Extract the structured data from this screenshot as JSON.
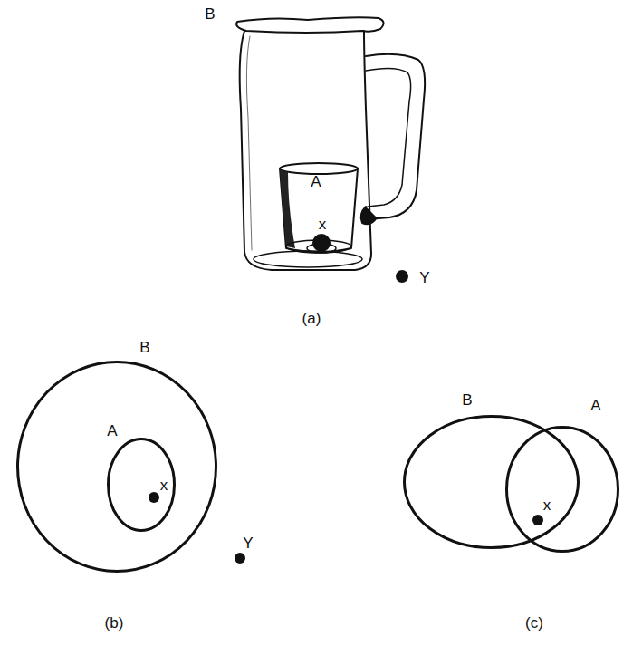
{
  "diagram": {
    "nodes": [
      {
        "text": [
          "B"
        ]
      },
      {
        "text": [
          "A"
        ],
        "in": 0
      },
      {
        "text": [
          "B"
        ]
      },
      {
        "text": [
          "A"
        ]
      }
    ],
    "labels": [
      "B",
      "A",
      "x",
      "Y",
      "(a)",
      "x",
      "Y",
      "(b)",
      "x",
      "(c)"
    ]
  }
}
